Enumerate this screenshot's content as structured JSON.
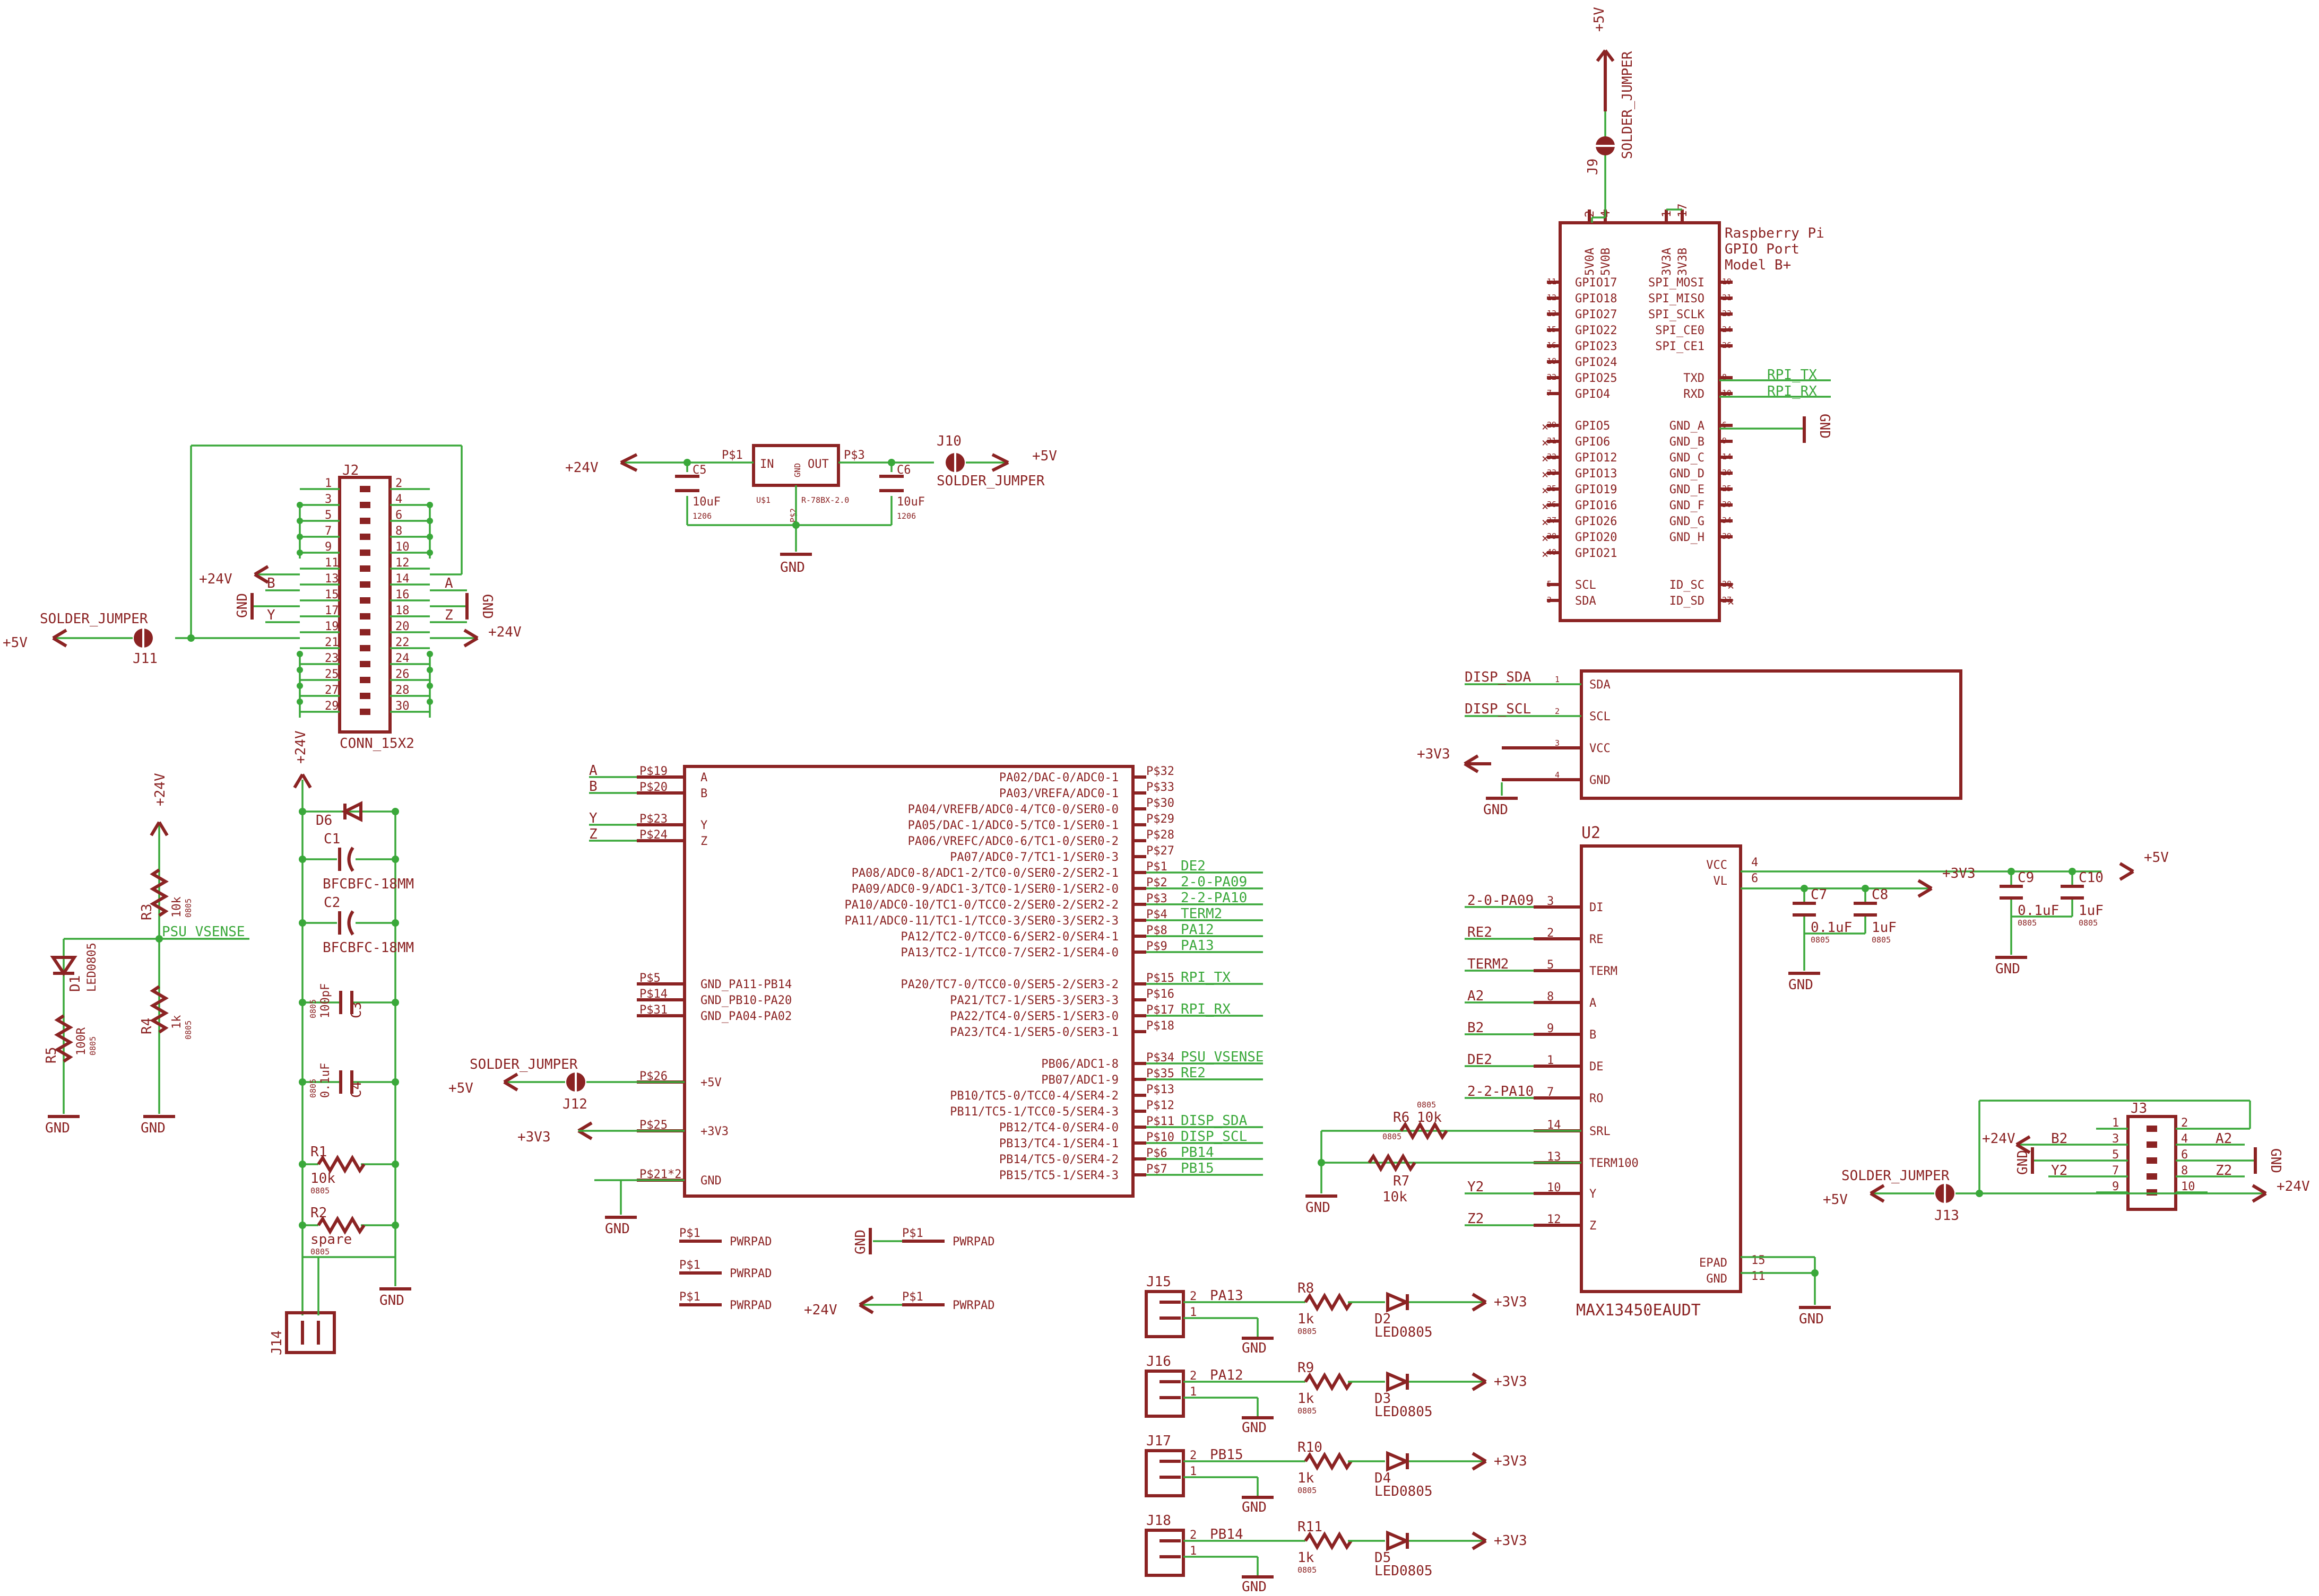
{
  "power": {
    "plus5v": "+5V",
    "plus24v": "+24V",
    "plus3v3": "+3V3",
    "gnd": "GND"
  },
  "rpi": {
    "title_lines": [
      "Raspberry Pi",
      "GPIO Port",
      "Model B+"
    ],
    "top_pins": [
      "5V0A",
      "5V0B",
      "3V3A",
      "3V3B"
    ],
    "top_pin_nums": [
      "2",
      "4",
      "1",
      "17"
    ],
    "left_pins": [
      "GPIO17",
      "GPIO18",
      "GPIO27",
      "GPIO22",
      "GPIO23",
      "GPIO24",
      "GPIO25",
      "GPIO4",
      "GPIO5",
      "GPIO6",
      "GPIO12",
      "GPIO13",
      "GPIO19",
      "GPIO16",
      "GPIO26",
      "GPIO20",
      "GPIO21",
      "SCL",
      "SDA"
    ],
    "left_pin_nums": [
      "11",
      "12",
      "13",
      "15",
      "16",
      "18",
      "22",
      "7",
      "29",
      "31",
      "32",
      "33",
      "35",
      "36",
      "37",
      "38",
      "40",
      "5",
      "3"
    ],
    "right_pins": [
      "SPI_MOSI",
      "SPI_MISO",
      "SPI_SCLK",
      "SPI_CE0",
      "SPI_CE1",
      "TXD",
      "RXD",
      "GND_A",
      "GND_B",
      "GND_C",
      "GND_D",
      "GND_E",
      "GND_F",
      "GND_G",
      "GND_H",
      "ID_SC",
      "ID_SD"
    ],
    "right_pin_nums": [
      "19",
      "21",
      "23",
      "24",
      "26",
      "8",
      "10",
      "6",
      "9",
      "14",
      "20",
      "25",
      "30",
      "34",
      "39",
      "28",
      "27"
    ],
    "net_tx": "RPI_TX",
    "net_rx": "RPI_RX"
  },
  "j9": {
    "ref": "J9",
    "value": "SOLDER_JUMPER"
  },
  "j10": {
    "ref": "J10",
    "value": "SOLDER_JUMPER"
  },
  "j11": {
    "ref": "J11",
    "value": "SOLDER_JUMPER"
  },
  "j12": {
    "ref": "J12",
    "value": "SOLDER_JUMPER"
  },
  "j13": {
    "ref": "J13",
    "value": "SOLDER_JUMPER"
  },
  "regulator": {
    "ref": "U$1",
    "value": "R-78BX-2.0",
    "in": "IN",
    "out": "OUT",
    "gnd": "GND",
    "p1": "P$1",
    "p2": "P$2",
    "p3": "P$3",
    "c5": "C5",
    "c6": "C6",
    "cval": "10uF",
    "cpkg": "1206"
  },
  "j2": {
    "ref": "J2",
    "value": "CONN_15X2",
    "left_nums": [
      "1",
      "3",
      "5",
      "7",
      "9",
      "11",
      "13",
      "15",
      "17",
      "19",
      "21",
      "23",
      "25",
      "27",
      "29"
    ],
    "right_nums": [
      "2",
      "4",
      "6",
      "8",
      "10",
      "12",
      "14",
      "16",
      "18",
      "20",
      "22",
      "24",
      "26",
      "28",
      "30"
    ],
    "net_a": "A",
    "net_b": "B",
    "net_y": "Y",
    "net_z": "Z"
  },
  "display": {
    "pins": [
      "SDA",
      "SCL",
      "VCC",
      "GND"
    ],
    "nums": [
      "1",
      "2",
      "3",
      "4"
    ],
    "nets": [
      "DISP_SDA",
      "DISP_SCL"
    ]
  },
  "mcu": {
    "left_pins": [
      "A",
      "B",
      "Y",
      "Z",
      "GND_PA11-PB14",
      "GND_PB10-PA20",
      "GND_PA04-PA02",
      "+5V",
      "+3V3",
      "GND"
    ],
    "left_pads": [
      "P$19",
      "P$20",
      "P$23",
      "P$24",
      "P$5",
      "P$14",
      "P$31",
      "P$26",
      "P$25",
      "P$21*2"
    ],
    "left_nets": [
      "A",
      "B",
      "Y",
      "Z"
    ],
    "right_pins": [
      "PA02/DAC-0/ADC0-1",
      "PA03/VREFA/ADC0-1",
      "PA04/VREFB/ADC0-4/TC0-0/SER0-0",
      "PA05/DAC-1/ADC0-5/TC0-1/SER0-1",
      "PA06/VREFC/ADC0-6/TC1-0/SER0-2",
      "PA07/ADC0-7/TC1-1/SER0-3",
      "PA08/ADC0-8/ADC1-2/TC0-0/SER0-2/SER2-1",
      "PA09/ADC0-9/ADC1-3/TC0-1/SER0-1/SER2-0",
      "PA10/ADC0-10/TC1-0/TCC0-2/SER0-2/SER2-2",
      "PA11/ADC0-11/TC1-1/TCC0-3/SER0-3/SER2-3",
      "PA12/TC2-0/TCC0-6/SER2-0/SER4-1",
      "PA13/TC2-1/TCC0-7/SER2-1/SER4-0",
      "PA20/TC7-0/TCC0-0/SER5-2/SER3-2",
      "PA21/TC7-1/SER5-3/SER3-3",
      "PA22/TC4-0/SER5-1/SER3-0",
      "PA23/TC4-1/SER5-0/SER3-1",
      "PB06/ADC1-8",
      "PB07/ADC1-9",
      "PB10/TC5-0/TCC0-4/SER4-2",
      "PB11/TC5-1/TCC0-5/SER4-3",
      "PB12/TC4-0/SER4-0",
      "PB13/TC4-1/SER4-1",
      "PB14/TC5-0/SER4-2",
      "PB15/TC5-1/SER4-3"
    ],
    "right_pads": [
      "P$32",
      "P$33",
      "P$30",
      "P$29",
      "P$28",
      "P$27",
      "P$1",
      "P$2",
      "P$3",
      "P$4",
      "P$8",
      "P$9",
      "P$15",
      "P$16",
      "P$17",
      "P$18",
      "P$34",
      "P$35",
      "P$13",
      "P$12",
      "P$11",
      "P$10",
      "P$6",
      "P$7"
    ],
    "right_nets": [
      "",
      "",
      "",
      "",
      "",
      "",
      "DE2",
      "2-0-PA09",
      "2-2-PA10",
      "TERM2",
      "PA12",
      "PA13",
      "RPI_TX",
      "",
      "RPI_RX",
      "",
      "PSU_VSENSE",
      "RE2",
      "",
      "",
      "DISP_SDA",
      "DISP_SCL",
      "PB14",
      "PB15"
    ]
  },
  "pwrpads": {
    "pad": "P$1",
    "value": "PWRPAD"
  },
  "u2": {
    "ref": "U2",
    "value": "MAX13450EAUDT",
    "left_pins": [
      "DI",
      "RE",
      "TERM",
      "A",
      "B",
      "DE",
      "RO",
      "SRL",
      "TERM100",
      "Y",
      "Z"
    ],
    "left_nums": [
      "3",
      "2",
      "5",
      "8",
      "9",
      "1",
      "7",
      "14",
      "13",
      "10",
      "12"
    ],
    "left_nets": [
      "2-0-PA09",
      "RE2",
      "TERM2",
      "A2",
      "B2",
      "DE2",
      "2-2-PA10",
      "",
      "",
      "Y2",
      "Z2"
    ],
    "right_pins": [
      "VCC",
      "VL",
      "EPAD",
      "GND"
    ],
    "right_nums": [
      "4",
      "6",
      "15",
      "11"
    ]
  },
  "caps_right": {
    "c7": "C7",
    "c8": "C8",
    "c9": "C9",
    "c10": "C10",
    "v01": "0.1uF",
    "v1": "1uF",
    "pkg": "0805"
  },
  "r6": {
    "ref": "R6",
    "value": "10k",
    "pkg": "0805"
  },
  "r7": {
    "ref": "R7",
    "value": "10k",
    "pkg": "0805"
  },
  "j3": {
    "ref": "J3",
    "left_nums": [
      "1",
      "3",
      "5",
      "7",
      "9"
    ],
    "right_nums": [
      "2",
      "4",
      "6",
      "8",
      "10"
    ],
    "nets": [
      "B2",
      "A2",
      "Y2",
      "Z2"
    ]
  },
  "leds": [
    {
      "conn": "J15",
      "net": "PA13",
      "r": "R8",
      "d": "D2"
    },
    {
      "conn": "J16",
      "net": "PA12",
      "r": "R9",
      "d": "D3"
    },
    {
      "conn": "J17",
      "net": "PB15",
      "r": "R10",
      "d": "D4"
    },
    {
      "conn": "J18",
      "net": "PB14",
      "r": "R11",
      "d": "D5"
    }
  ],
  "led_common": {
    "rval": "1k",
    "pkg": "0805",
    "dval": "LED0805",
    "pin1": "1",
    "pin2": "2"
  },
  "psu_sense": {
    "r3": "R3",
    "r3v": "10k",
    "r4": "R4",
    "r4v": "1k",
    "pkg": "0805",
    "r5": "R5",
    "r5v": "100R",
    "d1": "D1",
    "d1v": "LED0805",
    "net": "PSU_VSENSE"
  },
  "input_filter": {
    "d6": "D6",
    "c1": "C1",
    "c2": "C2",
    "cval": "BFCBFC-18MM",
    "c3": "C3",
    "c3v": "100pF",
    "c4": "C4",
    "c4v": "0.1uF",
    "pkg": "0805",
    "r1": "R1",
    "r1v": "10k",
    "r2": "R2",
    "r2v": "spare",
    "j14": "J14"
  }
}
